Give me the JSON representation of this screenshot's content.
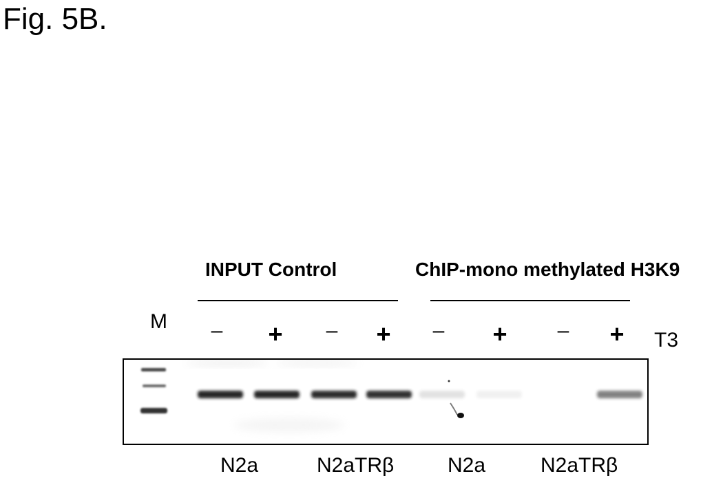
{
  "figure_title": "Fig. 5B.",
  "groups": [
    {
      "label": "INPUT Control"
    },
    {
      "label": "ChIP-mono methylated H3K9"
    }
  ],
  "marker_label": "M",
  "treatment_label": "T3",
  "lanes": [
    {
      "treatment": "–",
      "band_intensity": 0.95
    },
    {
      "treatment": "+",
      "band_intensity": 0.95
    },
    {
      "treatment": "–",
      "band_intensity": 0.92
    },
    {
      "treatment": "+",
      "band_intensity": 0.9
    },
    {
      "treatment": "–",
      "band_intensity": 0.12
    },
    {
      "treatment": "+",
      "band_intensity": 0.06
    },
    {
      "treatment": "–",
      "band_intensity": 0.0
    },
    {
      "treatment": "+",
      "band_intensity": 0.55
    }
  ],
  "cell_labels": [
    "N2a",
    "N2aTRβ",
    "N2a",
    "N2aTRβ"
  ],
  "colors": {
    "background": "#ffffff",
    "band": "#1a1a1a",
    "text": "#000000"
  }
}
